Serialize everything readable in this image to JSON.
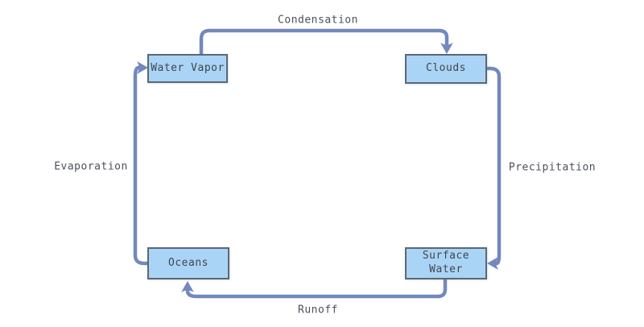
{
  "diagram": {
    "type": "cycle-flowchart",
    "subject": "water cycle",
    "colors": {
      "background": "#ffffff",
      "node_fill": "#aad4f6",
      "node_border": "#5b6874",
      "arrow": "#7289bd",
      "node_text": "#3f464e",
      "edge_label_text": "#4a505a"
    },
    "nodes": [
      {
        "id": "water-vapor",
        "label": "Water Vapor"
      },
      {
        "id": "clouds",
        "label": "Clouds"
      },
      {
        "id": "surface-water",
        "label": "Surface Water"
      },
      {
        "id": "oceans",
        "label": "Oceans"
      }
    ],
    "edges": [
      {
        "id": "condensation",
        "label": "Condensation",
        "from": "Water Vapor",
        "to": "Clouds"
      },
      {
        "id": "precipitation",
        "label": "Precipitation",
        "from": "Clouds",
        "to": "Surface Water"
      },
      {
        "id": "runoff",
        "label": "Runoff",
        "from": "Surface Water",
        "to": "Oceans"
      },
      {
        "id": "evaporation",
        "label": "Evaporation",
        "from": "Oceans",
        "to": "Water Vapor"
      }
    ]
  }
}
